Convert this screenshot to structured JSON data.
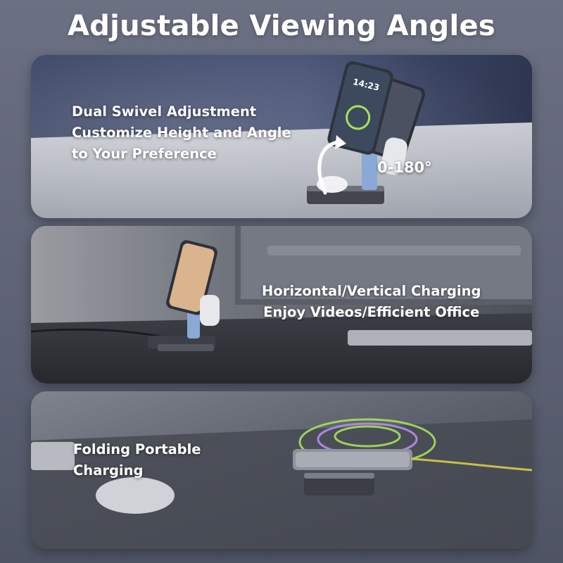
{
  "title": "Adjustable Viewing Angles",
  "panels": [
    {
      "lines": [
        "Dual Swivel Adjustment",
        "Customize Height and Angle",
        "to Your Preference"
      ],
      "angle_label": "0-180°",
      "phone_clock": "14:23"
    },
    {
      "lines": [
        "Horizontal/Vertical Charging",
        "Enjoy Videos/Efficient Office"
      ]
    },
    {
      "lines": [
        "Folding Portable",
        "Charging"
      ]
    }
  ],
  "colors": {
    "accent_green": "#a6e15a",
    "ring_purple": "#b68ee6",
    "stand_blue": "#7fa8de"
  }
}
